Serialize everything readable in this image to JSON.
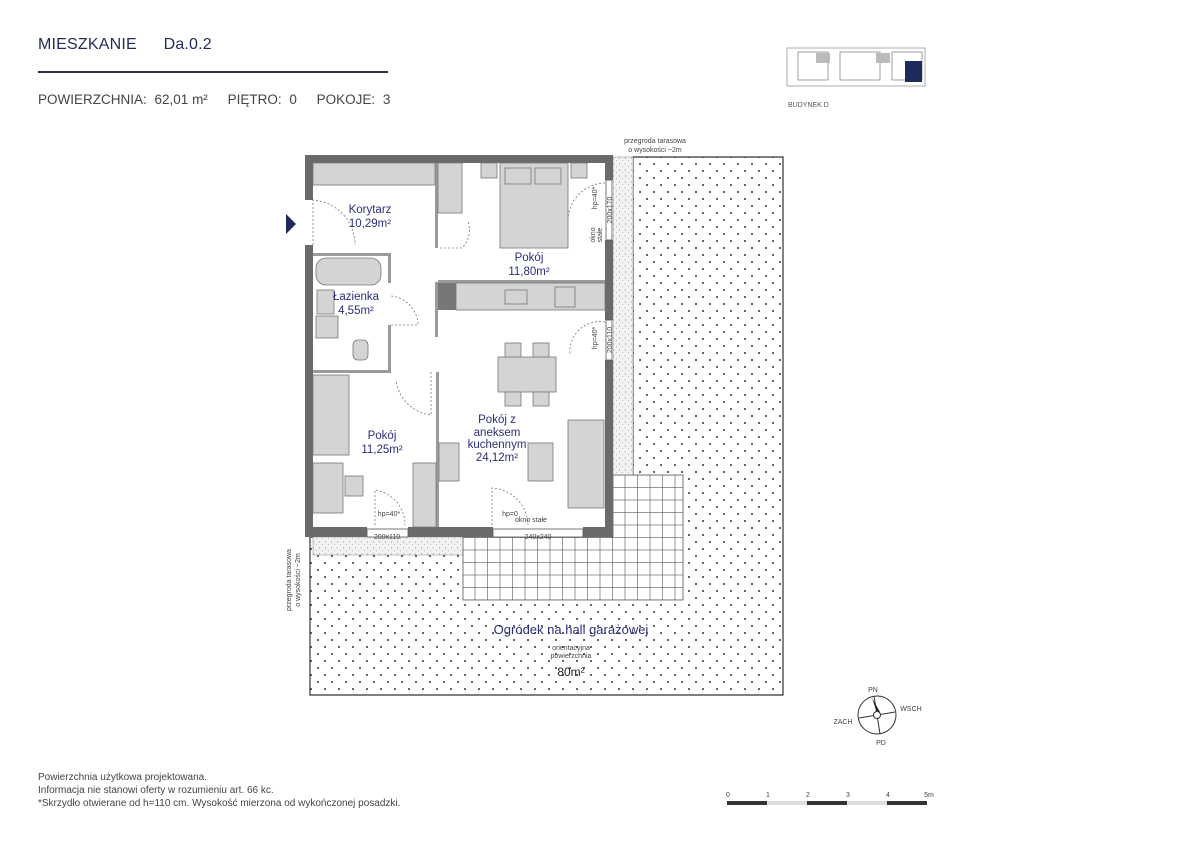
{
  "header": {
    "label": "MIESZKANIE",
    "unit_id": "Da.0.2",
    "area_label": "POWIERZCHNIA:",
    "area_value": "62,01 m²",
    "floor_label": "PIĘTRO:",
    "floor_value": "0",
    "rooms_label": "POKOJE:",
    "rooms_value": "3"
  },
  "key_plan": {
    "building_label": "BUDYNEK D",
    "highlight_color": "#1f2a5c"
  },
  "rooms": {
    "corridor": {
      "name": "Korytarz",
      "area": "10,29m²"
    },
    "bedroom1": {
      "name": "Pokój",
      "area": "11,80m²"
    },
    "bathroom": {
      "name": "Łazienka",
      "area": "4,55m²"
    },
    "bedroom2": {
      "name": "Pokój",
      "area": "11,25m²"
    },
    "living": {
      "name_line1": "Pokój z",
      "name_line2": "aneksem",
      "name_line3": "kuchennym",
      "area": "24,12m²"
    }
  },
  "annotations": {
    "partition_top_line1": "przegroda tarasowa",
    "partition_top_line2": "o wysokości ~2m",
    "partition_left_line1": "przegroda tarasowa",
    "partition_left_line2": "o wysokości ~2m",
    "window_fixed_right_line1": "okno",
    "window_fixed_right_line2": "stałe",
    "window_fixed_bottom": "okno stałe",
    "hp_right_top": "hp=40*",
    "hp_right_mid": "hp=40*",
    "hp_bottom_left": "hp=40*",
    "hp_bottom_mid": "hp=0",
    "win_right_top": "200x170",
    "win_right_mid": "200x110",
    "win_bottom_left": "200x110",
    "win_bottom_mid": "240x240"
  },
  "garden": {
    "title": "Ogródek na hali garażowej",
    "sub_line1": "orientacyjna",
    "sub_line2": "powierzchnia",
    "area": "80m²"
  },
  "compass": {
    "n": "PN",
    "e": "WSCH",
    "w": "ZACH",
    "s": "PD"
  },
  "scale": {
    "ticks": [
      "0",
      "1",
      "2",
      "3",
      "4",
      "5m"
    ]
  },
  "notes": [
    "Powierzchnia użytkowa projektowana.",
    "Informacja nie stanowi oferty w rozumieniu art. 66 kc.",
    "*Skrzydło otwierane od h=110 cm. Wysokość mierzona od wykończonej posadzki."
  ]
}
